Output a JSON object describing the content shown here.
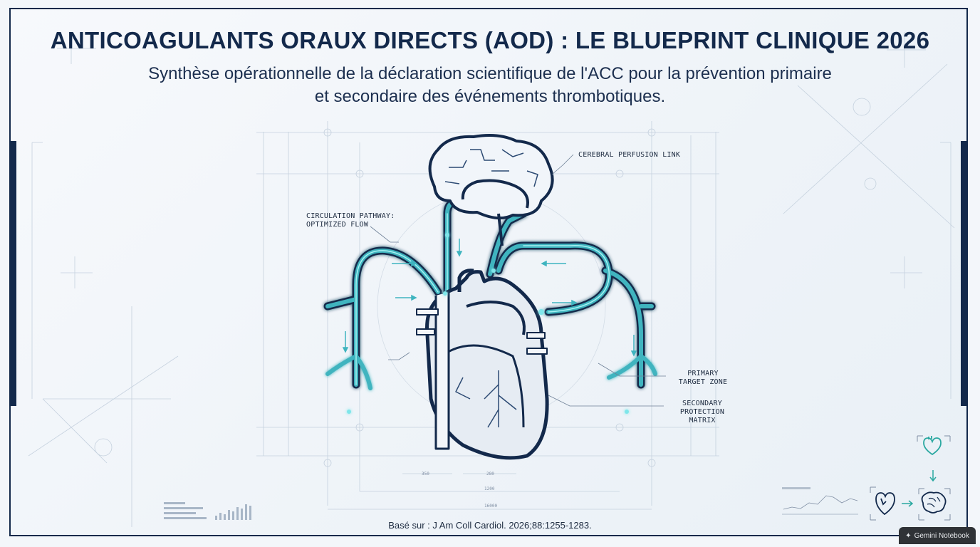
{
  "header": {
    "title": "ANTICOAGULANTS ORAUX DIRECTS (AOD) : LE BLUEPRINT CLINIQUE 2026",
    "subtitle": "Synthèse opérationnelle de la déclaration scientifique de l'ACC pour la prévention primaire et secondaire des événements thrombotiques."
  },
  "annotations": {
    "cerebral": "CEREBRAL PERFUSION LINK",
    "circulation_line1": "CIRCULATION PATHWAY:",
    "circulation_line2": "OPTIMIZED FLOW",
    "primary_line1": "PRIMARY",
    "primary_line2": "TARGET ZONE",
    "secondary_line1": "SECONDARY",
    "secondary_line2": "PROTECTION MATRIX"
  },
  "dimensions": {
    "d1": "350",
    "d2": "280",
    "d3": "1200",
    "d4": "16000"
  },
  "footer": {
    "citation": "Basé sur : J Am Coll Cardiol. 2026;88:1255-1283.",
    "badge": "Gemini Notebook"
  },
  "colors": {
    "navy": "#13294b",
    "teal": "#3fb4bf",
    "glow": "#7fe6ea",
    "line": "#b9c6d6"
  },
  "icons": [
    "heart-icon",
    "brain-icon",
    "arrow-down-icon",
    "arrow-right-icon",
    "sparkle-icon"
  ]
}
